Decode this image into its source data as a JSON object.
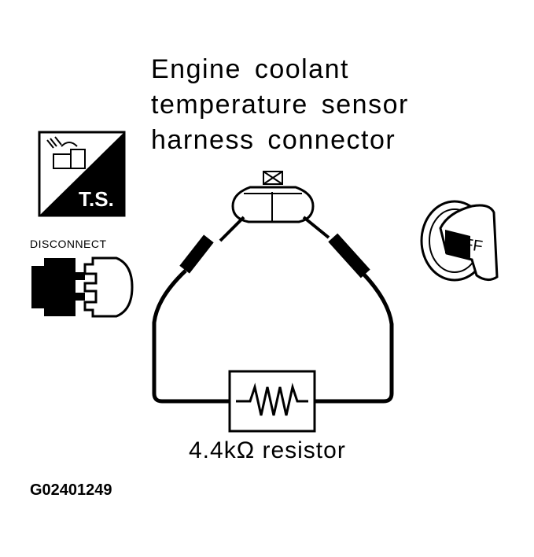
{
  "title_lines": [
    "Engine coolant",
    "temperature sensor",
    "harness connector"
  ],
  "ts_icon_label": "T.S.",
  "disconnect_label": "DISCONNECT",
  "ignition_key_label": "OFF",
  "resistor_label": "4.4kΩ resistor",
  "figure_id": "G02401249"
}
